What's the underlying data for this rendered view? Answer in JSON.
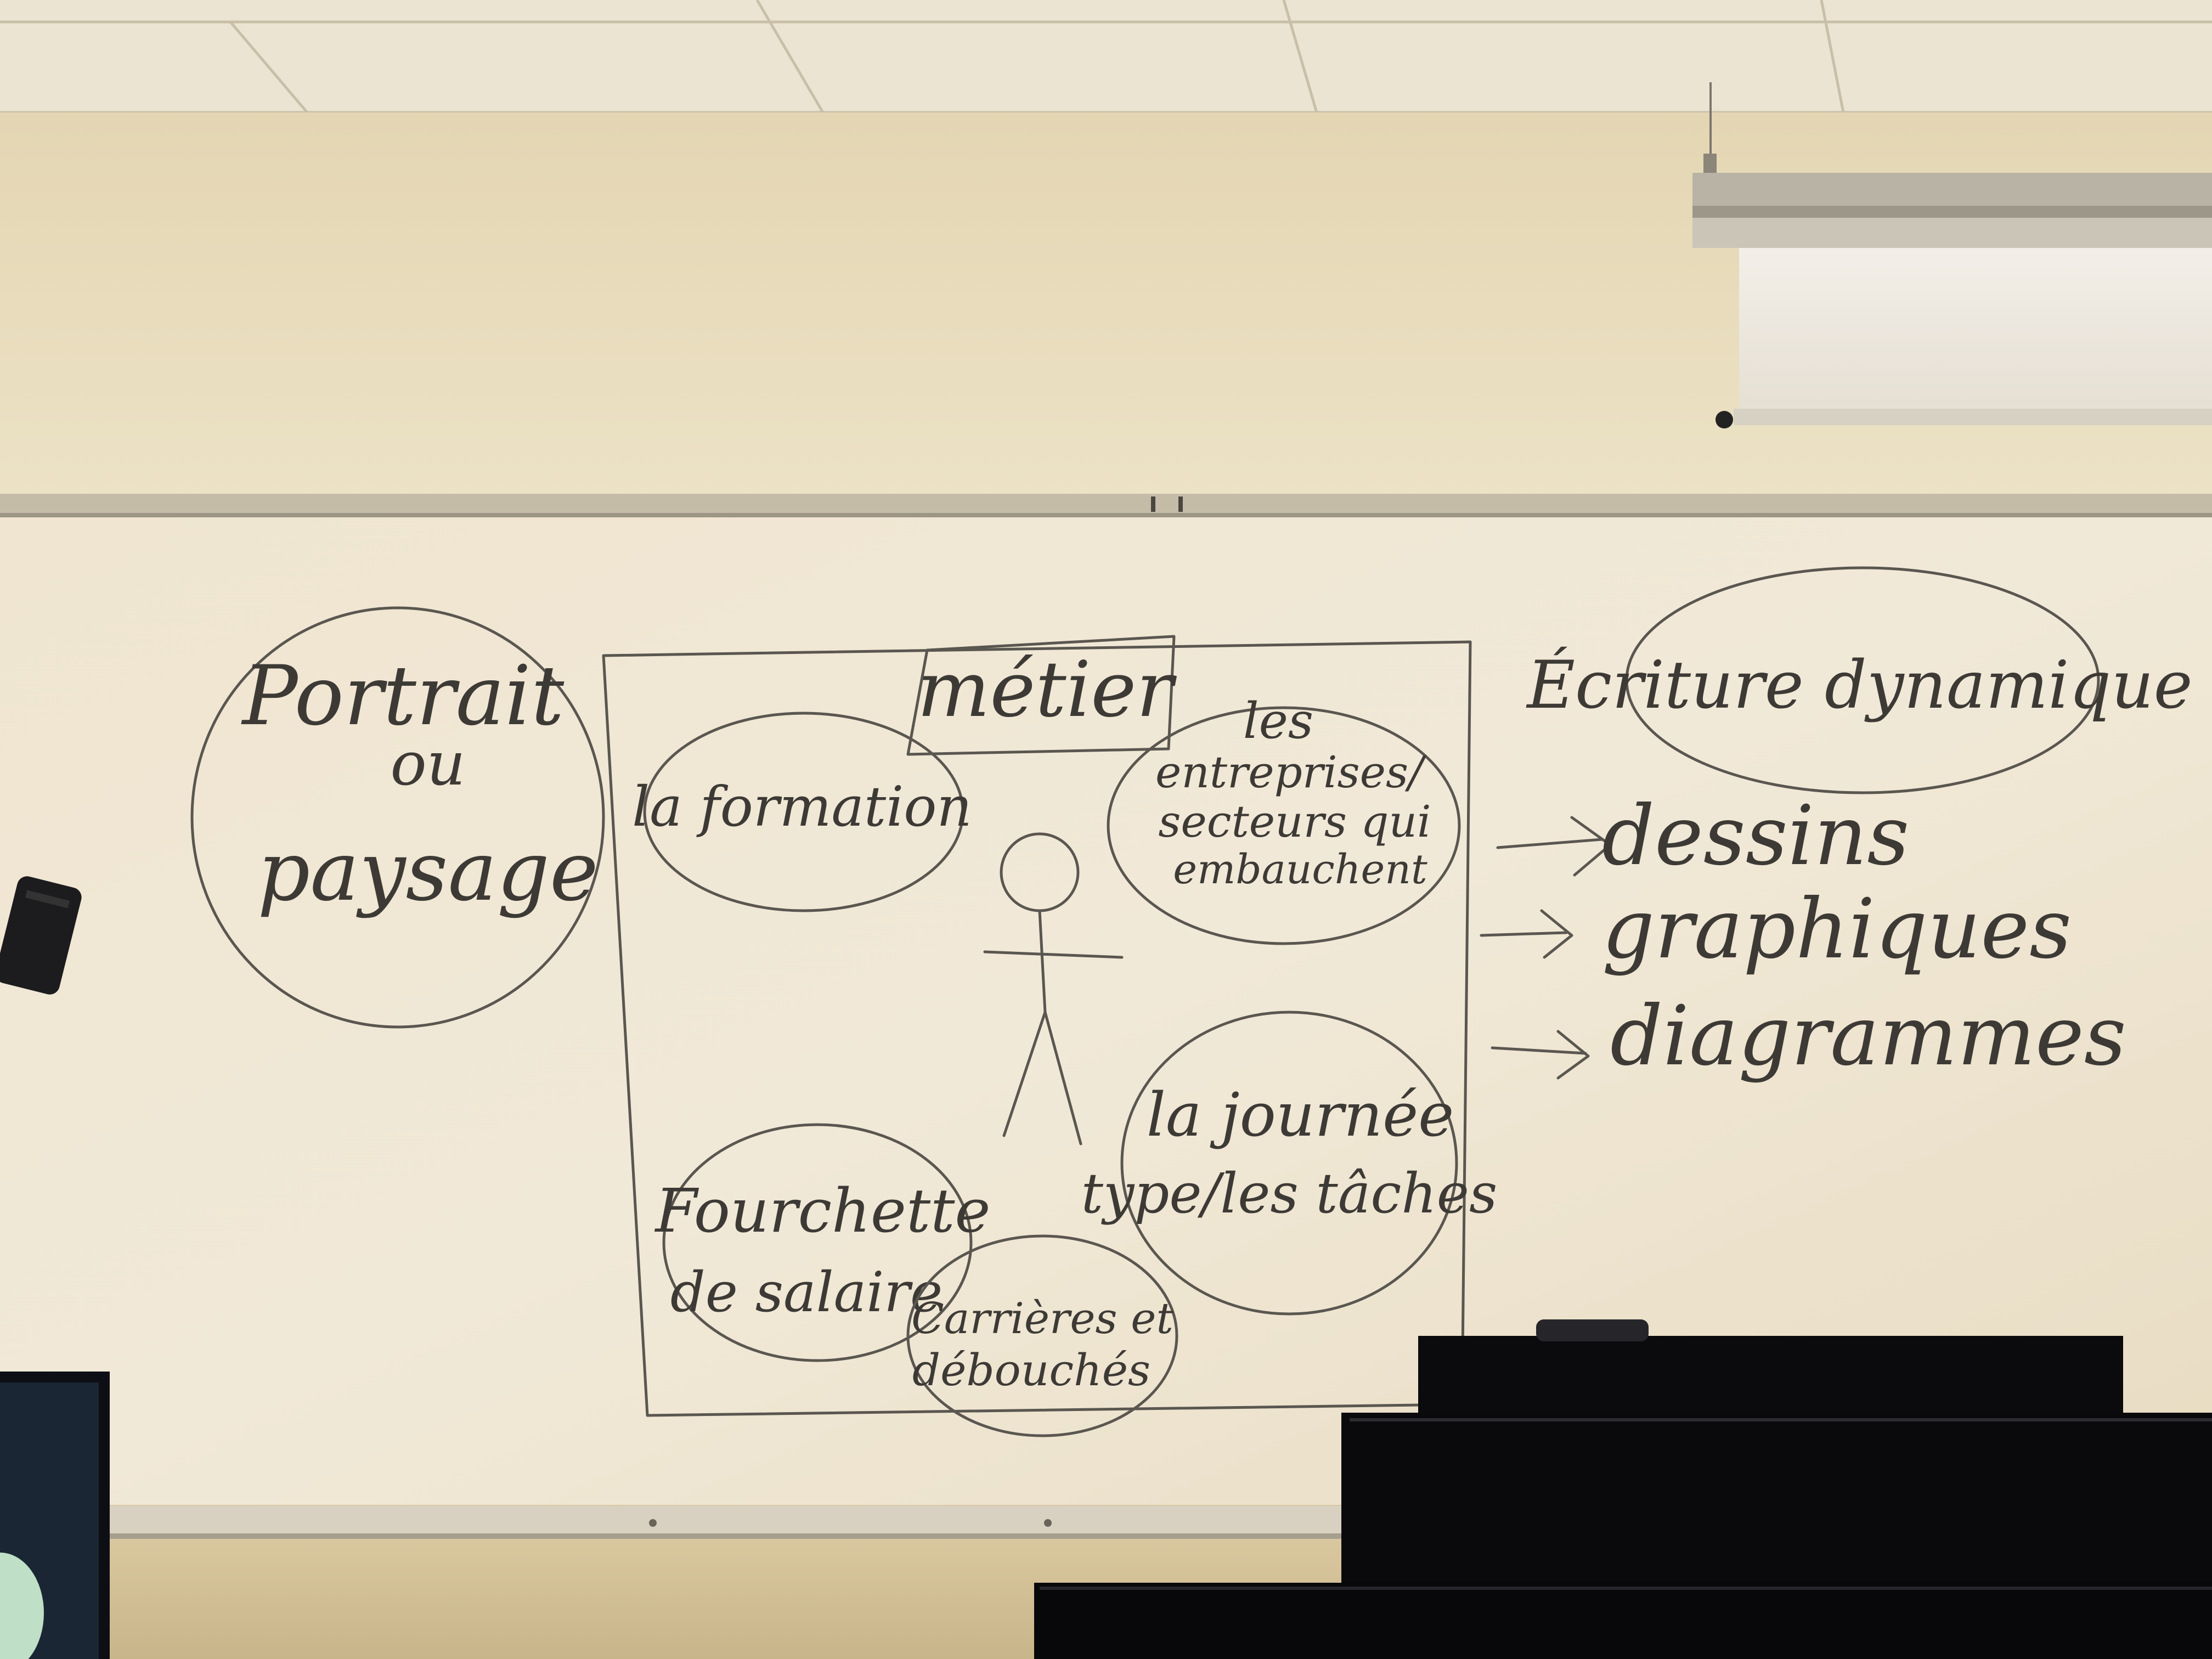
{
  "whiteboard": {
    "left_bubble": {
      "line1": "Portrait",
      "line2": "ou",
      "line3": "paysage"
    },
    "center_box": {
      "title": "métier",
      "formation": "la formation",
      "entreprises": {
        "line1": "les",
        "line2": "entreprises/",
        "line3": "secteurs qui",
        "line4": "embauchent"
      },
      "journee": {
        "line1": "la journée",
        "line2": "type/les tâches"
      },
      "salaire": {
        "line1": "Fourchette",
        "line2": "de salaire"
      },
      "carrieres": {
        "line1": "Carrières et",
        "line2": "débouchés"
      }
    },
    "right_column": {
      "heading": "Écriture dynamique",
      "items": [
        "dessins",
        "graphiques",
        "diagrammes"
      ]
    }
  },
  "colors": {
    "wall": "#e7dcc0",
    "ceiling": "#ece6d6",
    "board": "#efe7d7",
    "ink": "#5a5650",
    "monitor": "#0b0b0d"
  }
}
